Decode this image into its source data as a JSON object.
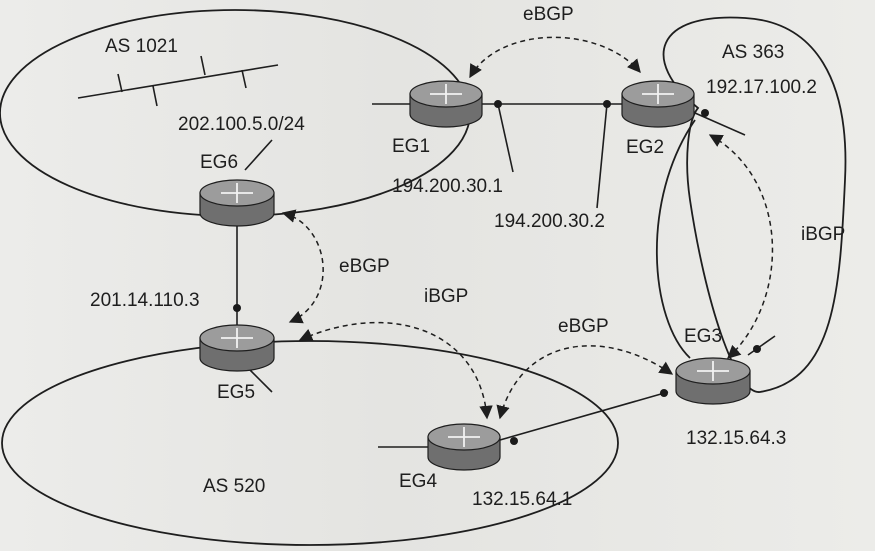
{
  "diagram": {
    "autonomous_systems": [
      {
        "id": "as1021",
        "label": "AS 1021"
      },
      {
        "id": "as363",
        "label": "AS 363"
      },
      {
        "id": "as520",
        "label": "AS 520"
      }
    ],
    "routers": [
      {
        "id": "eg1",
        "label": "EG1"
      },
      {
        "id": "eg2",
        "label": "EG2"
      },
      {
        "id": "eg3",
        "label": "EG3"
      },
      {
        "id": "eg4",
        "label": "EG4"
      },
      {
        "id": "eg5",
        "label": "EG5"
      },
      {
        "id": "eg6",
        "label": "EG6"
      }
    ],
    "addresses": [
      {
        "id": "net-202",
        "label": "202.100.5.0/24"
      },
      {
        "id": "ip-194-1",
        "label": "194.200.30.1"
      },
      {
        "id": "ip-194-2",
        "label": "194.200.30.2"
      },
      {
        "id": "ip-192",
        "label": "192.17.100.2"
      },
      {
        "id": "ip-201",
        "label": "201.14.110.3"
      },
      {
        "id": "ip-132-1",
        "label": "132.15.64.1"
      },
      {
        "id": "ip-132-3",
        "label": "132.15.64.3"
      }
    ],
    "sessions": [
      {
        "id": "ebgp-eg1-eg2",
        "label": "eBGP"
      },
      {
        "id": "ebgp-eg6-eg5",
        "label": "eBGP"
      },
      {
        "id": "ibgp-eg5-eg4",
        "label": "iBGP"
      },
      {
        "id": "ebgp-eg4-eg3",
        "label": "eBGP"
      },
      {
        "id": "ibgp-eg2-eg3",
        "label": "iBGP"
      }
    ]
  }
}
